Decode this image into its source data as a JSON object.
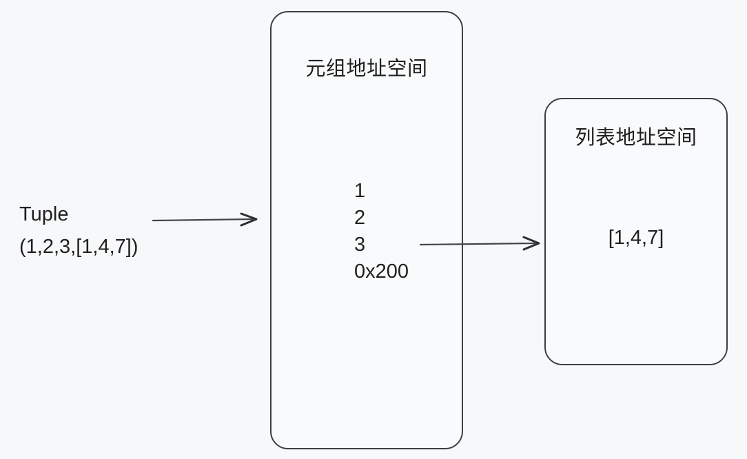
{
  "diagram": {
    "title_hidden": "Python tuple containing a list — memory layout",
    "background_color": "#f7f8fa",
    "border_color": "#3a3f44",
    "text_color": "#1f1f1f"
  },
  "source_label": {
    "name": "Tuple",
    "value": "(1,2,3,[1,4,7])"
  },
  "tuple_box": {
    "title": "元组地址空间",
    "slots": [
      "1",
      "2",
      "3",
      "0x200"
    ]
  },
  "list_box": {
    "title": "列表地址空间",
    "value": "[1,4,7]"
  },
  "arrows": [
    {
      "name": "tuple-to-tuple-space",
      "from": "Tuple (1,2,3,[1,4,7])",
      "to": "元组地址空间"
    },
    {
      "name": "pointer-to-list-space",
      "from": "0x200",
      "to": "列表地址空间"
    }
  ]
}
